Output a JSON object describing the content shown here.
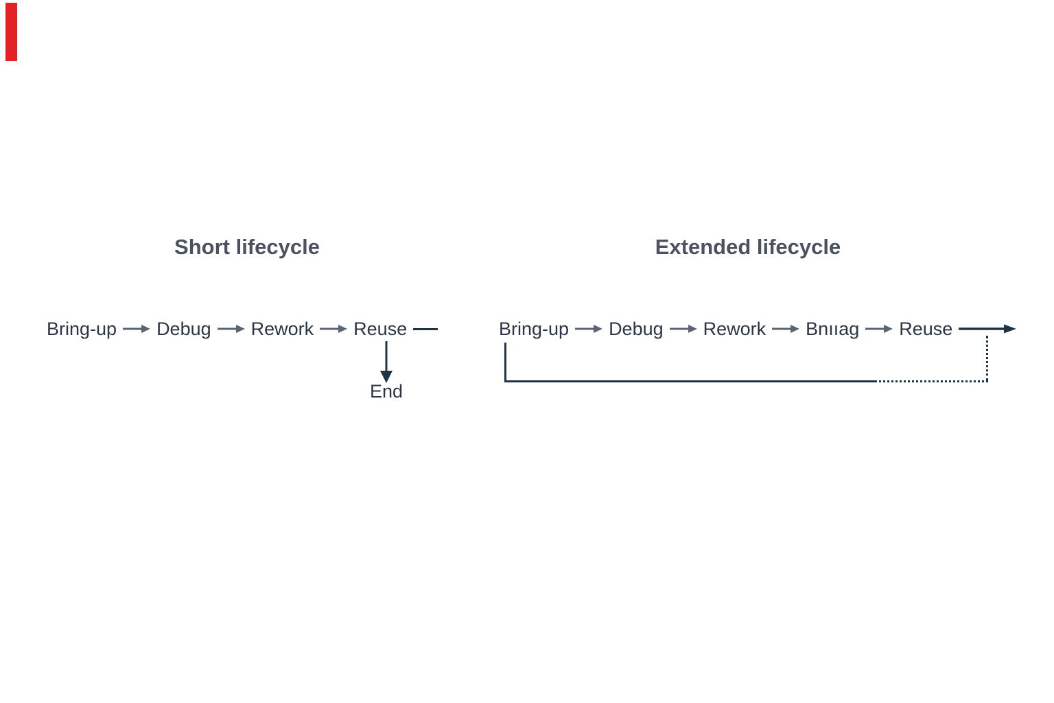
{
  "colors": {
    "background": "#ffffff",
    "title_text": "#4a5260",
    "step_text": "#2b3544",
    "flow_arrow": "#5b6674",
    "dark_line": "#1e3348",
    "marker_red": "#e32227"
  },
  "marker": {
    "name": "red-corner-bar"
  },
  "diagrams": [
    {
      "title": "Short lifecycle",
      "steps": [
        "Bring-up",
        "Debug",
        "Rework",
        "Reuse"
      ],
      "end_label": "End",
      "terminal": "dash-then-down-arrow-to-end"
    },
    {
      "title": "Extended lifecycle",
      "steps": [
        "Bring-up",
        "Debug",
        "Rework",
        "Bnııag",
        "Reuse"
      ],
      "terminal": "long-arrow-right",
      "loop": "solid-line-from-bring-up-becoming-dotted-back-to-exit-arrow"
    }
  ]
}
